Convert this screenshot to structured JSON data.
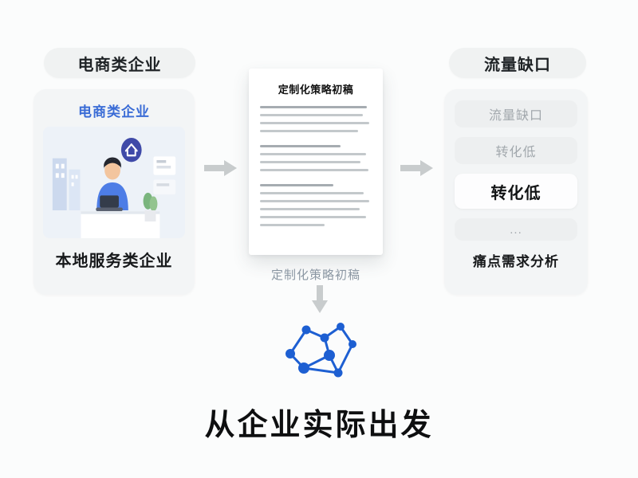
{
  "page": {
    "bottom_title": "从企业实际出发"
  },
  "left_column": {
    "pill_label": "电商类企业",
    "card_title": "电商类企业",
    "card_caption": "本地服务类企业",
    "illustration": "person-at-desk-illustration"
  },
  "center_column": {
    "document_title": "定制化策略初稿",
    "caption": "定制化策略初稿"
  },
  "right_column": {
    "pill_label": "流量缺口",
    "items": [
      {
        "label": "流量缺口",
        "emphasis": false
      },
      {
        "label": "转化低",
        "emphasis": false
      },
      {
        "label": "转化低",
        "emphasis": true
      },
      {
        "label": "...",
        "emphasis": false
      }
    ],
    "caption": "痛点需求分析"
  },
  "icons": {
    "arrow_right": "arrow-right-icon",
    "arrow_down": "arrow-down-icon",
    "network": "network-graph-icon"
  },
  "colors": {
    "accent_blue": "#1d5fd2",
    "card_title_blue": "#3a6cd6",
    "card_bg": "#f3f5f6",
    "arrow_gray": "#c8cccd",
    "muted_text": "#a2a8ad"
  }
}
